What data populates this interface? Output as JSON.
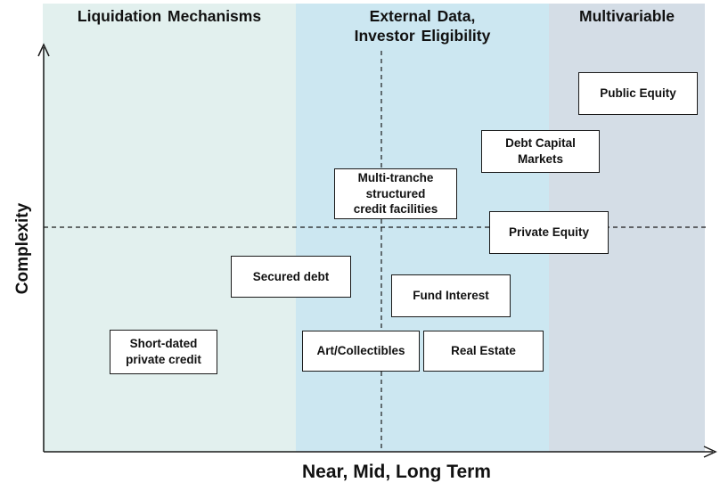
{
  "axes": {
    "y_label": "Complexity",
    "x_label": "Near, Mid, Long Term"
  },
  "bands": [
    {
      "label": "Liquidation Mechanisms",
      "color": "#e2f0ee"
    },
    {
      "label": "External Data,\nInvestor Eligibility",
      "color": "#cce7f1"
    },
    {
      "label": "Multivariable",
      "color": "#d4dde6"
    }
  ],
  "items": [
    {
      "label": "Public Equity"
    },
    {
      "label": "Debt Capital\nMarkets"
    },
    {
      "label": "Multi-tranche\nstructured\ncredit facilities"
    },
    {
      "label": "Private Equity"
    },
    {
      "label": "Secured debt"
    },
    {
      "label": "Fund Interest"
    },
    {
      "label": "Short-dated\nprivate credit"
    },
    {
      "label": "Art/Collectibles"
    },
    {
      "label": "Real Estate"
    }
  ],
  "colors": {
    "axis_line": "#1a1a1a",
    "dashed_line": "#1a1a1a",
    "box_border": "#1a1a1a",
    "background": "#ffffff"
  }
}
